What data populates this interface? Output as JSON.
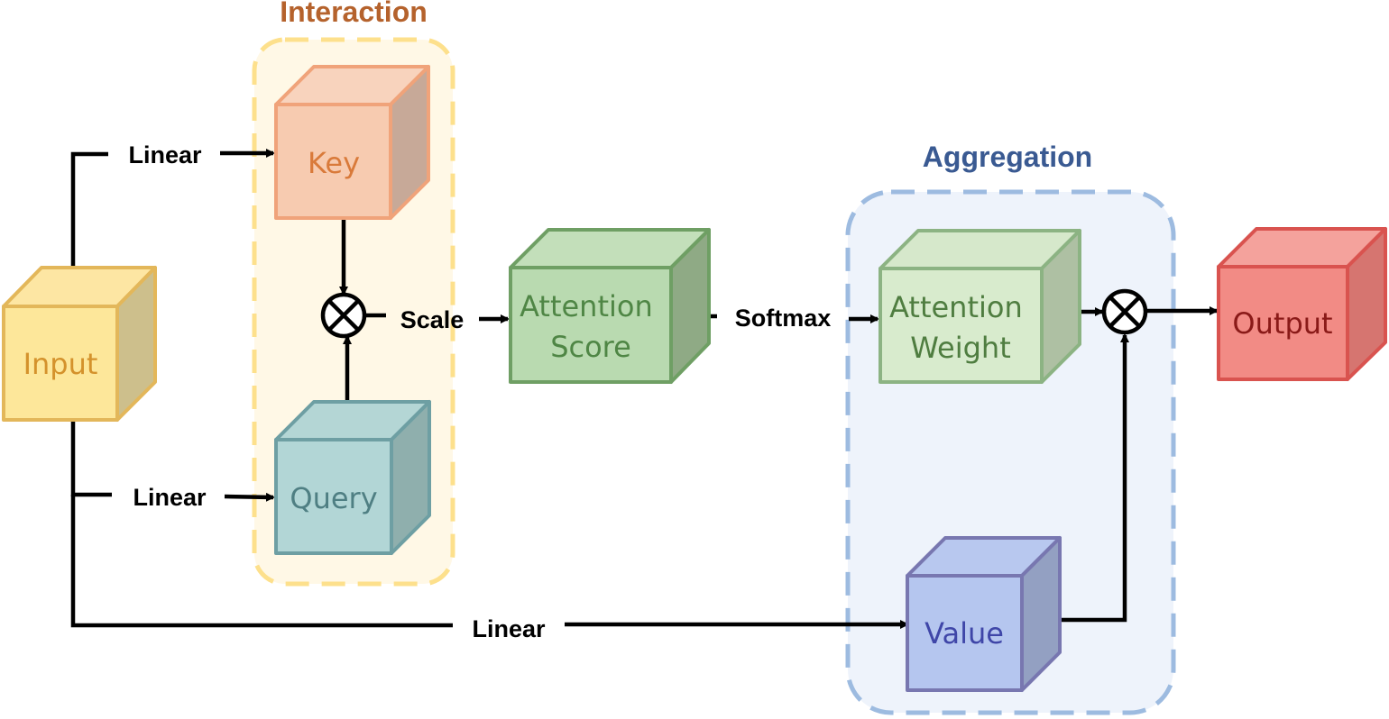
{
  "groups": {
    "interaction": {
      "title": "Interaction",
      "title_color": "#b5622c",
      "fill": "#fff8e6",
      "stroke": "#fde08c"
    },
    "aggregation": {
      "title": "Aggregation",
      "title_color": "#3a5a92",
      "fill": "#eef3fb",
      "stroke": "#9dbbe0"
    }
  },
  "nodes": {
    "input": {
      "label": "Input",
      "text_color": "#d4922c",
      "front": "#fde79a",
      "top": "#fde6a3",
      "side": "#cdbf8c",
      "stroke": "#e3b75a"
    },
    "key": {
      "label": "Key",
      "text_color": "#d97a3a",
      "front": "#f7cbb0",
      "top": "#f8d3bd",
      "side": "#c7a998",
      "stroke": "#f0a37a"
    },
    "query": {
      "label": "Query",
      "text_color": "#4f7f83",
      "front": "#b2d6d6",
      "top": "#b4d6d5",
      "side": "#8fafad",
      "stroke": "#6e9fa3"
    },
    "attention_score": {
      "label_lines": [
        "Attention",
        "Score"
      ],
      "text_color": "#4f8645",
      "front": "#b9dab0",
      "top": "#c3dfba",
      "side": "#8faa85",
      "stroke": "#6f9f64"
    },
    "attention_weight": {
      "label_lines": [
        "Attention",
        "Weight"
      ],
      "text_color": "#4f7d40",
      "front": "#d8ebcd",
      "top": "#d6e8cb",
      "side": "#aec0a3",
      "stroke": "#8cb383"
    },
    "value": {
      "label": "Value",
      "text_color": "#3f46a8",
      "front": "#b5c6ef",
      "top": "#b8c8ef",
      "side": "#93a0c2",
      "stroke": "#7877b0"
    },
    "output": {
      "label": "Output",
      "text_color": "#8a1a18",
      "front": "#f28b85",
      "top": "#f4a29c",
      "side": "#d67570",
      "stroke": "#d9534f"
    }
  },
  "edges": {
    "linear_key": "Linear",
    "linear_query": "Linear",
    "linear_value": "Linear",
    "scale": "Scale",
    "softmax": "Softmax"
  },
  "operators": {
    "matmul_symbol": "multiply-circle-icon",
    "weighted_sum_symbol": "multiply-circle-icon"
  }
}
